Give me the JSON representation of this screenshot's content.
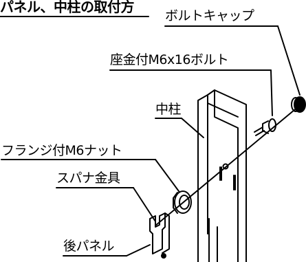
{
  "title": "パネル、中柱の取付方",
  "labels": {
    "bolt_cap": "ボルトキャップ",
    "washer_bolt": "座金付M6x16ボルト",
    "center_post": "中柱",
    "flange_nut": "フランジ付M6ナット",
    "spanner_fitting": "スパナ金具",
    "rear_panel": "後パネル"
  },
  "colors": {
    "line": "#000000",
    "background": "#ffffff"
  }
}
